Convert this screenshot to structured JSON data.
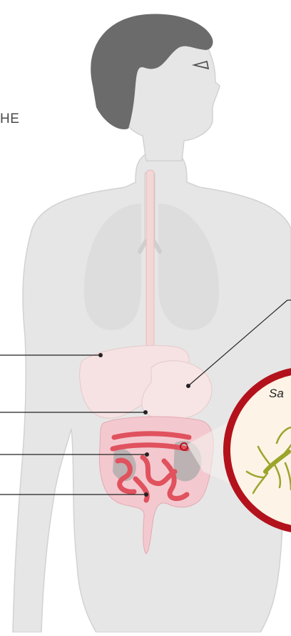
{
  "caption_fragment": "HE",
  "bacteria_label_fragment": "Sa",
  "colors": {
    "body": "#e6e6e6",
    "body_outline": "#d2d2d2",
    "hair": "#6b6b6b",
    "lungs": "#dcdcdc",
    "esophagus": "#f3d6d6",
    "liver": "#f6e2e2",
    "stomach": "#f7e4e4",
    "colon": "#f3c9cf",
    "small_intestine": "#e0525e",
    "intestine_shadow": "#a9a9a9",
    "callout_ring": "#b3121c",
    "callout_fill": "#fdf3e6",
    "bacteria": "#9aa62a",
    "leader_line": "#222222"
  },
  "icons": [
    "human-body-illustration",
    "magnifier-callout",
    "bacteria-icon"
  ]
}
